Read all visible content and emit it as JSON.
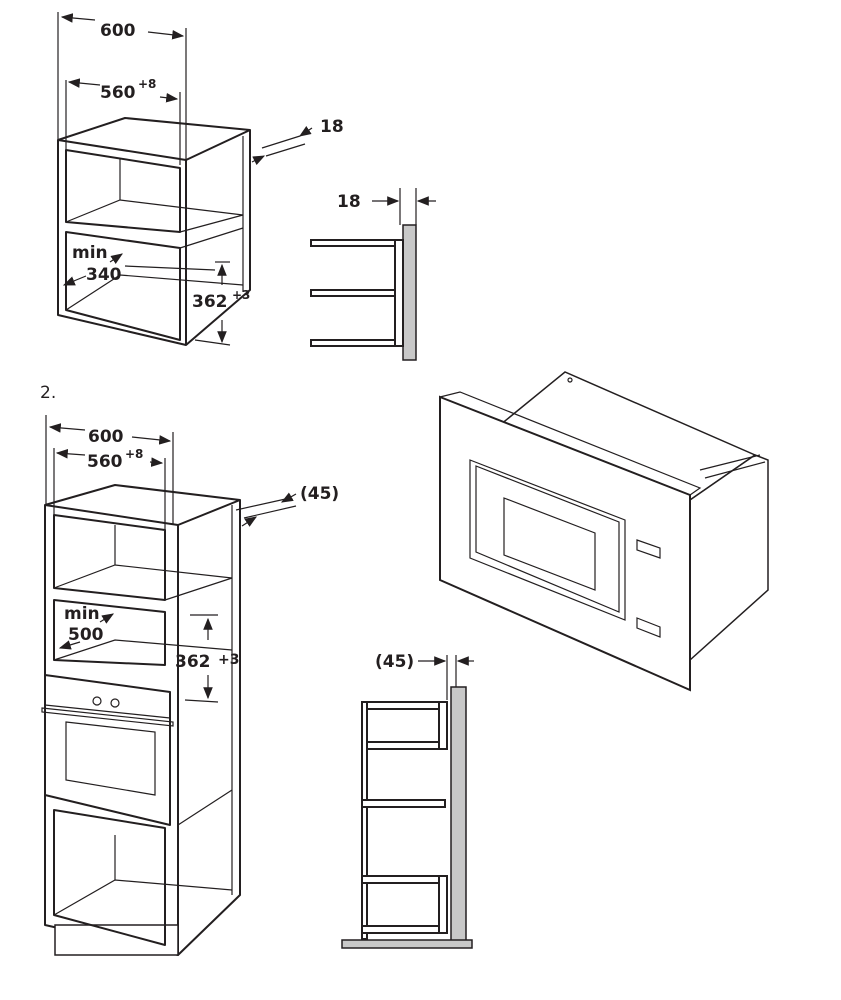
{
  "figure1": {
    "width_outer": "600",
    "width_inner": "560",
    "width_inner_tol": "+8",
    "panel_thickness": "18",
    "section_thickness": "18",
    "min_label": "min",
    "min_depth": "340",
    "height": "362",
    "height_tol": "+3"
  },
  "figure2": {
    "number": "2.",
    "width_outer": "600",
    "width_inner": "560",
    "width_inner_tol": "+8",
    "panel_offset": "(45)",
    "min_label": "min",
    "min_depth": "500",
    "height": "362",
    "height_tol": "+3",
    "section_offset": "(45)"
  }
}
